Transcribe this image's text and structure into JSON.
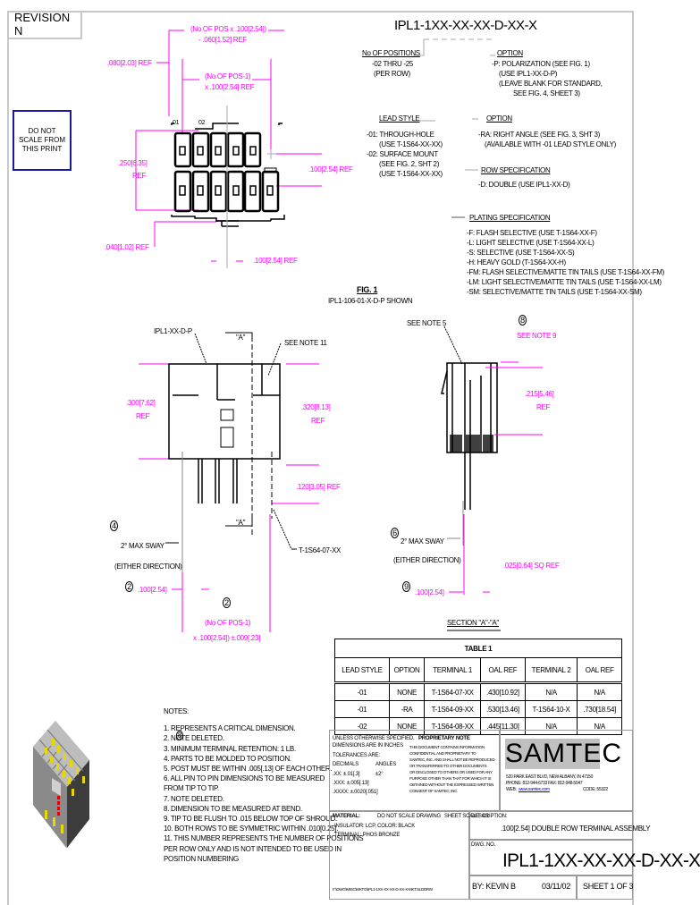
{
  "revision": "REVISION  N",
  "do_not_scale": [
    "DO NOT",
    "SCALE FROM",
    "THIS PRINT"
  ],
  "part_number_pattern": "IPL1-1XX-XX-XX-D-XX-X",
  "callouts": {
    "positions": {
      "title": "No OF POSITIONS",
      "lines": [
        "-02 THRU -25",
        "(PER ROW)"
      ]
    },
    "option1": {
      "title": "OPTION",
      "lines": [
        "-P: POLARIZATION (SEE FIG. 1)",
        "(USE IPL1-XX-D-P)",
        "(LEAVE BLANK FOR STANDARD,",
        "SEE FIG. 4, SHEET 3)"
      ]
    },
    "lead_style": {
      "title": "LEAD STYLE",
      "lines": [
        "-01: THROUGH-HOLE",
        "(USE T-1S64-XX-XX)",
        "-02: SURFACE MOUNT",
        "(SEE FIG. 2, SHT 2)",
        "(USE T-1S64-XX-XX)"
      ]
    },
    "option2": {
      "title": "OPTION",
      "lines": [
        "-RA: RIGHT ANGLE (SEE FIG. 3, SHT 3)",
        "(AVAILABLE WITH -01 LEAD STYLE ONLY)"
      ]
    },
    "row_spec": {
      "title": "ROW SPECIFICATION",
      "lines": [
        "-D: DOUBLE (USE IPL1-XX-D)"
      ]
    },
    "plating": {
      "title": "PLATING SPECIFICATION",
      "lines": [
        "-F: FLASH SELECTIVE (USE T-1S64-XX-F)",
        "-L: LIGHT SELECTIVE (USE T-1S64-XX-L)",
        "-S: SELECTIVE (USE T-1S64-XX-S)",
        "-H: HEAVY GOLD (T-1S64-XX-H)",
        "-FM: FLASH SELECTIVE/MATTE TIN TAILS (USE T-1S64-XX-FM)",
        "-LM: LIGHT SELECTIVE/MATTE TIN TAILS (USE T-1S64-XX-LM)",
        "-SM: SELECTIVE/MATTE TIN TAILS (USE T-1S64-XX-SM)"
      ]
    }
  },
  "dims": {
    "top1": "(No OF POS x .100[2.54])",
    "top2": "- .060[1.52] REF",
    "left_ref": ".080[2.03] REF",
    "mid1": "(No OF POS-1)",
    "mid2": "x .100[2.54] REF",
    "height": ".250[6.35]",
    "height_ref": "REF",
    "pitch_right": ".100[2.54] REF",
    "bottom_left": ".040[1.02] REF",
    "bottom_right": ".100[2.54] REF",
    "front_left": ".300[7.62]",
    "front_left_ref": "REF",
    "front_right": ".320[8.13]",
    "front_right_ref": "REF",
    "tail": ".120[3.05] REF",
    "sway": "2° MAX SWAY",
    "sway_dir": "(EITHER DIRECTION)",
    "pitch_bottom": ".100[2.54]",
    "bottom_total1": "(No OF POS-1)",
    "bottom_total2": "x .100[2.54]) ±.009[.23]",
    "side_height": ".215[5.46]",
    "side_ref": "REF",
    "sq": ".025[0.64] SQ REF",
    "side_pitch": ".100[2.54]",
    "sway_side": "2° MAX SWAY",
    "sway_side_dir": "(EITHER DIRECTION)"
  },
  "labels": {
    "fig1": "FIG. 1",
    "fig1_sub": "IPL1-106-01-X-D-P SHOWN",
    "shroud": "IPL1-XX-D-P",
    "see_note11": "SEE NOTE 11",
    "section_a": "\"A\"",
    "terminal": "T-1S64-07-XX",
    "see_note5": "SEE NOTE 5",
    "see_note9": "SEE NOTE 9",
    "section_title": "SECTION \"A\"-\"A\"",
    "row_01": "01",
    "row_02": "02",
    "crit": [
      "8",
      "6",
      "4",
      "2",
      "2",
      "9"
    ]
  },
  "table1": {
    "caption": "TABLE 1",
    "headers": [
      "LEAD STYLE",
      "OPTION",
      "TERMINAL 1",
      "OAL REF",
      "TERMINAL 2",
      "OAL REF"
    ],
    "rows": [
      [
        "-01",
        "NONE",
        "T-1S64-07-XX",
        ".430[10.92]",
        "N/A",
        "N/A"
      ],
      [
        "-01",
        "-RA",
        "T-1S64-09-XX",
        ".530[13.46]",
        "T-1S64-10-X",
        ".730[18.54]"
      ],
      [
        "-02",
        "NONE",
        "T-1S64-08-XX",
        ".445[11.30]",
        "N/A",
        "N/A"
      ]
    ]
  },
  "notes": {
    "title": "NOTES:",
    "items": [
      "1.      REPRESENTS A CRITICAL DIMENSION.",
      "2. NOTE DELETED.",
      "3. MINIMUM TERMINAL RETENTION: 1 LB.",
      "4. PARTS TO BE MOLDED TO POSITION.",
      "5. POST MUST BE WITHIN .005[.13] OF EACH OTHER.",
      "6. ALL PIN TO PIN DIMENSIONS TO BE MEASURED",
      "    FROM TIP TO TIP.",
      "7. NOTE DELETED.",
      "8. DIMENSION TO BE MEASURED AT BEND.",
      "9. TIP TO BE FLUSH TO .015 BELOW TOP OF SHROUD.",
      "10. BOTH ROWS TO BE SYMMETRIC WITHIN .010[0.25].",
      "11. THIS NUMBER REPRESENTS THE NUMBER OF POSITIONS",
      "     PER ROW ONLY AND IS NOT INTENDED TO BE USED IN",
      "     POSITION NUMBERING"
    ]
  },
  "title_block": {
    "unless": [
      "UNLESS OTHERWISE SPECIFIED,",
      "DIMENSIONS ARE IN INCHES",
      "TOLERANCES ARE:"
    ],
    "decimals": "DECIMALS",
    "angles": "ANGLES",
    "tol1": ".XX: ±.01[.3]",
    "tol_ang": "±2°",
    "tol2": ".XXX: ±.005[.13]",
    "tol3": ".XXXX: ±.0020[.051]",
    "proprietary_title": "PROPRIETARY NOTE",
    "proprietary": [
      "THIS DOCUMENT CONTAINS INFORMATION",
      "CONFIDENTIAL AND PROPRIETARY TO",
      "SAMTEC, INC. AND SHALL NOT BE REPRODUCED",
      "OR TRANSFERRED TO OTHER DOCUMENTS",
      "OR DISCLOSED TO OTHERS OR USED FOR ANY",
      "PURPOSE OTHER THAN THAT FOR WHICH IT IS",
      "OBTAINED WITHOUT THE EXPRESSED WRITTEN",
      "CONSENT OF SAMTEC, INC."
    ],
    "company": "SAMTEC",
    "address": "520 PARK EAST BLVD, NEW ALBANY, IN 47150",
    "phone": "PHONE: 812-944-6733      FAX: 812-948-5047",
    "web_label": "WEB:",
    "web": "www.samtec.com",
    "code": "CODE: 55322",
    "material": "MATERIAL:",
    "dns": "DO NOT SCALE DRAWING",
    "scale": "SHEET SCALE: 4:1",
    "material_lines": [
      "INSULATOR: LCP, COLOR: BLACK",
      "TERMINAL: PHOS BRONZE"
    ],
    "description_label": "DESCRIPTION:",
    "description": ".100[2.54] DOUBLE ROW TERMINAL ASSEMBLY",
    "dwg_label": "DWG. NO.",
    "dwg_no": "IPL1-1XX-XX-XX-D-XX-X",
    "by": "BY:  KEVIN B",
    "date": "03/11/02",
    "sheet": "SHEET 1 OF 3",
    "path": "F:\\DWG\\MISC\\MKTG\\IPL1-1XX-XX-XX-D-XX-X-MKT.SLDDRW"
  }
}
